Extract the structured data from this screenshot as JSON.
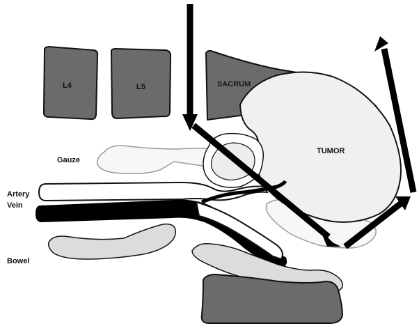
{
  "labels": {
    "l4": "L4",
    "l5": "L5",
    "sacrum": "SACRUM",
    "tumor": "TUMOR",
    "gauze": "Gauze",
    "artery": "Artery",
    "vein": "Vein",
    "bowel": "Bowel"
  },
  "colors": {
    "bone": "#6b6b6b",
    "tumor": "#f0f0f0",
    "gauze": "#f7f7f7",
    "artery": "#ffffff",
    "vein": "#000000",
    "bowel": "#dcdcdc",
    "arrow": "#000000",
    "outline": "#111111"
  }
}
